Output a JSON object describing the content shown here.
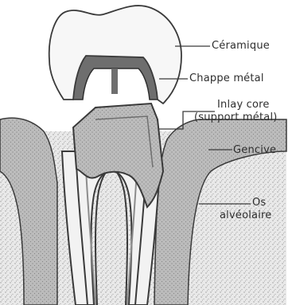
{
  "labels": {
    "ceramique": "Céramique",
    "chappe_metal": "Chappe métal",
    "inlay_core_line1": "Inlay core",
    "inlay_core_line2": "(support métal)",
    "gencive": "Gencive",
    "os_line1": "Os",
    "os_line2": "alvéolaire"
  },
  "colors": {
    "ceramic": "#f7f7f7",
    "metal": "#6e6e6e",
    "core": "#8c8c8c",
    "gum": "#b3b3b3",
    "dentin": "#f2f2f2",
    "pulp": "#bdbdbd",
    "bone": "#e8e8e8",
    "outline": "#3a3a3a"
  }
}
